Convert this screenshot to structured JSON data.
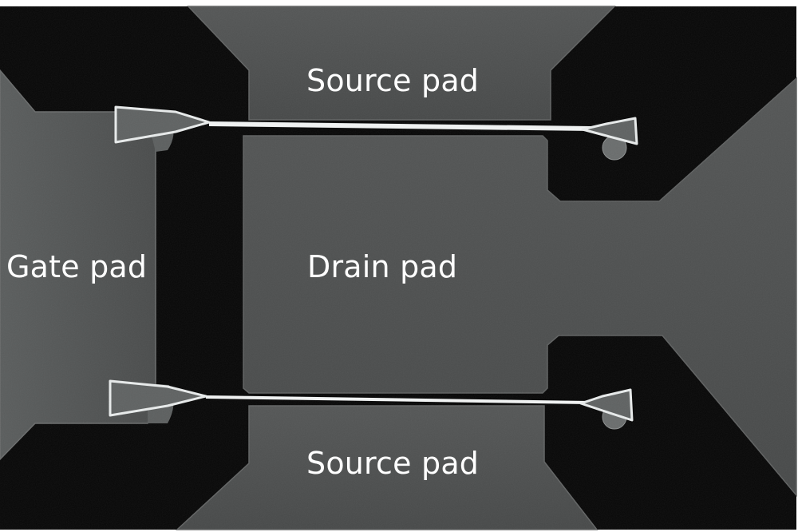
{
  "labels": {
    "source_top": "Source pad",
    "drain": "Drain pad",
    "gate": "Gate pad",
    "source_bottom": "Source pad"
  },
  "colors": {
    "background": "#050505",
    "pad": "#4b4d4d",
    "pad_highlight": "#5a5c5c",
    "wire": "#e9ecec",
    "text": "#ffffff"
  }
}
